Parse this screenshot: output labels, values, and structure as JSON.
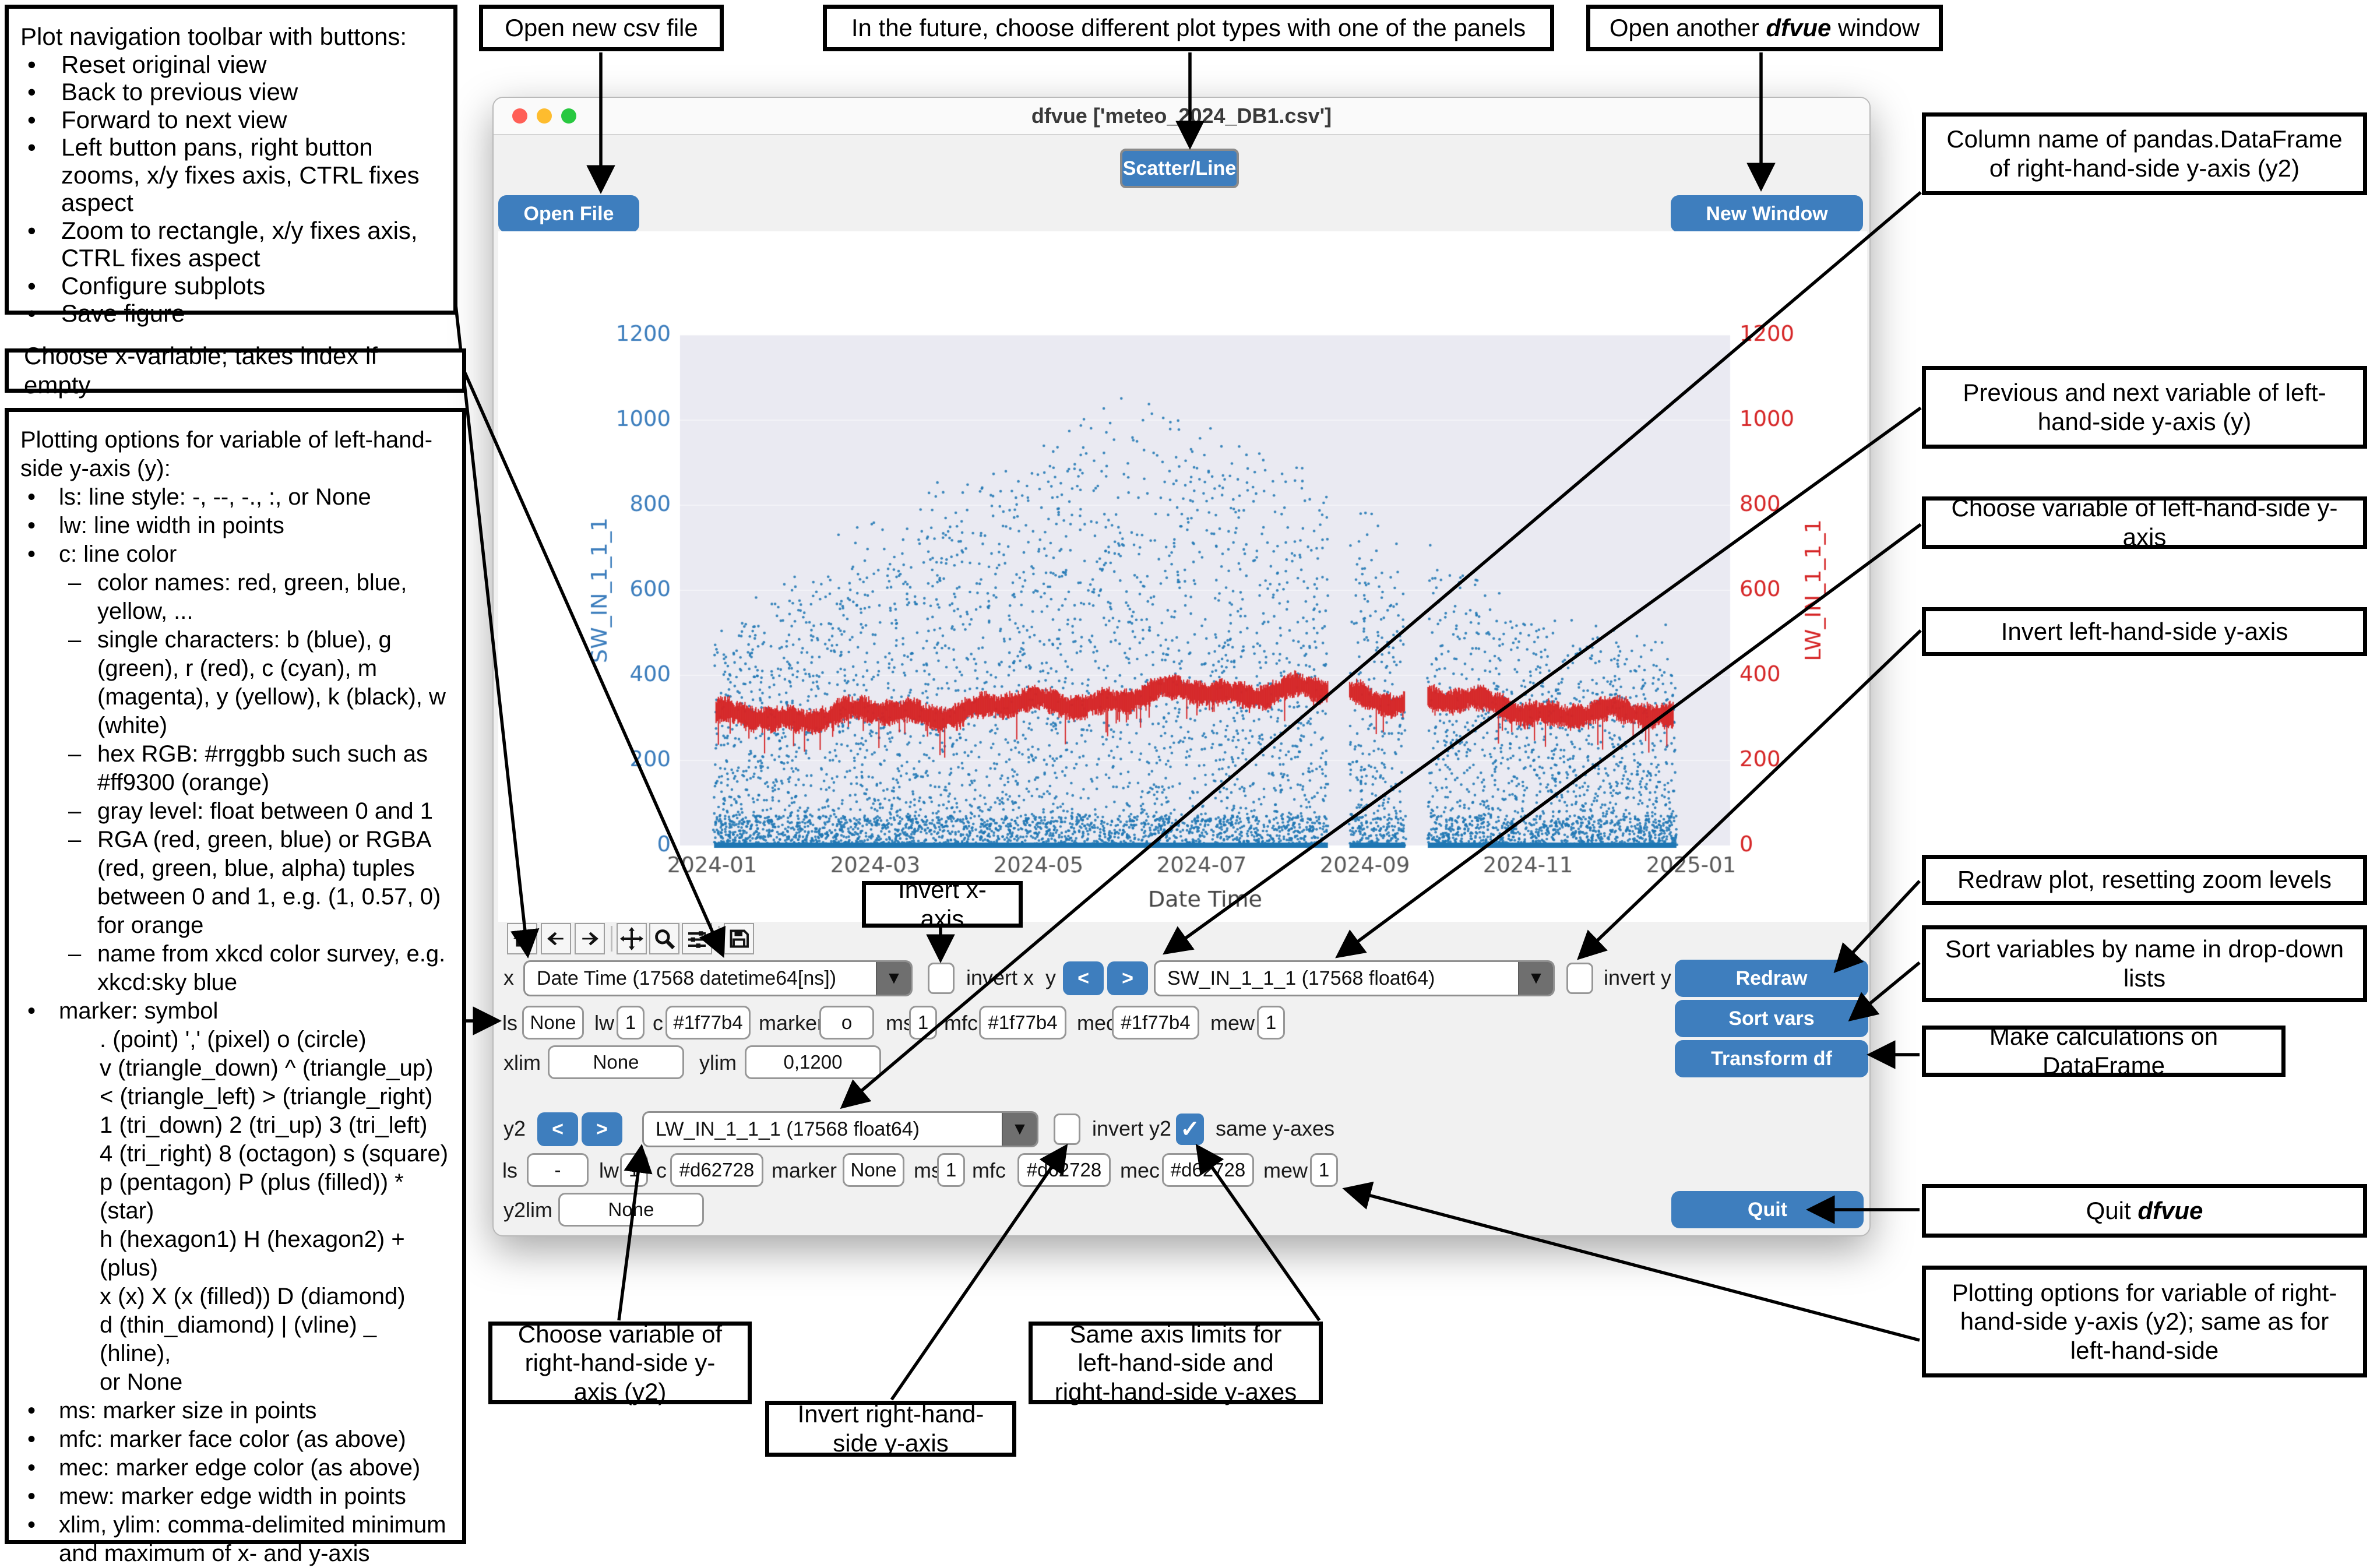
{
  "callouts": {
    "nav_toolbar": {
      "title": "Plot navigation toolbar with buttons:",
      "items": [
        "Reset original view",
        "Back to previous view",
        "Forward to next view",
        "Left button pans, right button zooms, x/y fixes axis, CTRL fixes aspect",
        "Zoom to rectangle, x/y fixes axis, CTRL fixes aspect",
        "Configure subplots",
        "Save figure"
      ]
    },
    "choose_x": "Choose x-variable; takes index if empty",
    "plot_options_left": {
      "title": "Plotting options for variable of left-hand-side y-axis (y):",
      "items": [
        {
          "t": "ls: line style: -, --, -., :, or None"
        },
        {
          "t": "lw: line width in points"
        },
        {
          "t": "c: line color",
          "subs": [
            "color names: red, green, blue, yellow, ...",
            "single characters: b (blue), g (green), r (red), c (cyan), m (magenta), y (yellow), k (black), w (white)",
            "hex RGB: #rrggbb such such as #ff9300 (orange)",
            "gray level: float between 0 and 1",
            "RGA (red, green, blue) or RGBA (red, green, blue, alpha) tuples between 0 and 1, e.g. (1, 0.57, 0) for orange",
            "name from xkcd color survey, e.g. xkcd:sky blue"
          ]
        },
        {
          "t": "marker: symbol",
          "lines": [
            ". (point) ',' (pixel) o (circle)",
            "v (triangle_down) ^ (triangle_up)",
            "< (triangle_left) > (triangle_right)",
            "1 (tri_down) 2 (tri_up) 3 (tri_left)",
            "4 (tri_right) 8 (octagon) s (square)",
            "p (pentagon) P (plus (filled)) * (star)",
            "h (hexagon1) H (hexagon2) + (plus)",
            "x (x) X (x (filled)) D (diamond)",
            "d (thin_diamond) | (vline) _ (hline),",
            "or None"
          ]
        },
        {
          "t": "ms: marker size in points"
        },
        {
          "t": "mfc: marker face color (as above)"
        },
        {
          "t": "mec: marker edge color (as above)"
        },
        {
          "t": "mew: marker edge width in points"
        },
        {
          "t": "xlim, ylim: comma-delimited minimum and maximum of x- and y-axis"
        }
      ]
    },
    "open_csv": "Open new csv file",
    "plot_types": "In the future, choose different plot types with one of the panels",
    "open_window_pre": "Open another ",
    "open_window_em": "dfvue",
    "open_window_post": " window",
    "column_y2": "Column name of pandas.DataFrame of right-hand-side y-axis (y2)",
    "prev_next": "Previous and next variable of left-hand-side y-axis (y)",
    "choose_y": "Choose variable of left-hand-side y-axis",
    "invert_y_box": "Invert left-hand-side y-axis",
    "invert_x_box": "Invert x-axis",
    "redraw_box": "Redraw plot, resetting zoom levels",
    "sort_box": "Sort variables by name in drop-down lists",
    "transform_box": "Make calculations on DataFrame",
    "quit_pre": "Quit ",
    "quit_em": "dfvue",
    "y2_options": "Plotting options for variable of right-hand-side y-axis (y2); same as for left-hand-side",
    "choose_y2": "Choose variable of right-hand-side y-axis (y2)",
    "invert_y2_box": "Invert right-hand-side y-axis",
    "same_axes": "Same axis limits for left-hand-side and right-hand-side y-axes"
  },
  "window": {
    "title": "dfvue ['meteo_2024_DB1.csv']",
    "plot_type_button": "Scatter/Line",
    "open_file_button": "Open File",
    "new_window_button": "New Window"
  },
  "controls": {
    "x_row": {
      "label": "x",
      "value": "Date Time (17568 datetime64[ns])",
      "invert_label": "invert x",
      "y_label": "y",
      "prev": "<",
      "next": ">",
      "y_value": "SW_IN_1_1_1 (17568 float64)",
      "invert_y_label": "invert y"
    },
    "style_row_y": {
      "ls_label": "ls",
      "ls": "None",
      "lw_label": "lw",
      "lw": "1",
      "c_label": "c",
      "c": "#1f77b4",
      "marker_label": "marker",
      "marker": "o",
      "ms_label": "ms",
      "ms": "1",
      "mfc_label": "mfc",
      "mfc": "#1f77b4",
      "mec_label": "mec",
      "mec": "#1f77b4",
      "mew_label": "mew",
      "mew": "1"
    },
    "lim_row_y": {
      "xlim_label": "xlim",
      "xlim": "None",
      "ylim_label": "ylim",
      "ylim": "0,1200"
    },
    "y2_row": {
      "label": "y2",
      "prev": "<",
      "next": ">",
      "value": "LW_IN_1_1_1 (17568 float64)",
      "invert_label": "invert y2",
      "same_label": "same y-axes",
      "same_checked": true,
      "check_glyph": "✓"
    },
    "style_row_y2": {
      "ls_label": "ls",
      "ls": "-",
      "lw_label": "lw",
      "lw": "1",
      "c_label": "c",
      "c": "#d62728",
      "marker_label": "marker",
      "marker": "None",
      "ms_label": "ms",
      "ms": "1",
      "mfc_label": "mfc",
      "mfc": "#d62728",
      "mec_label": "mec",
      "mec": "#d62728",
      "mew_label": "mew",
      "mew": "1"
    },
    "lim_row_y2": {
      "label": "y2lim",
      "value": "None"
    },
    "buttons": {
      "redraw": "Redraw",
      "sort": "Sort vars",
      "transform": "Transform df",
      "quit": "Quit"
    },
    "dropdown_glyph": "▼"
  },
  "colors": {
    "accent_blue": "#3e7ebe",
    "series_blue": "#1f77b4",
    "series_red": "#d62728",
    "plot_bg": "#eaeaf2",
    "traffic": [
      "#ff5f57",
      "#febc2e",
      "#28c840"
    ]
  },
  "chart_data": {
    "type": "scatter",
    "title": "",
    "xlabel": "Date Time",
    "ylabel_left": "SW_IN_1_1_1",
    "ylabel_right": "LW_IN_1_1_1",
    "x_ticks": [
      "2024-01",
      "2024-03",
      "2024-05",
      "2024-07",
      "2024-09",
      "2024-11",
      "2025-01"
    ],
    "y_ticks_left": [
      0,
      200,
      400,
      600,
      800,
      1000,
      1200
    ],
    "y_ticks_right": [
      0,
      200,
      400,
      600,
      800,
      1000,
      1200
    ],
    "ylim": [
      0,
      1200
    ],
    "x_range": [
      "2024-01-01",
      "2024-12-27"
    ],
    "grid": "faint horizontal",
    "legend_position": "none",
    "data_gaps_fraction_of_year": [
      [
        0.629,
        0.651
      ],
      [
        0.708,
        0.731
      ]
    ],
    "series": [
      {
        "name": "SW_IN_1_1_1",
        "axis": "left",
        "style": "scatter",
        "color": "#1f77b4",
        "marker": "o",
        "n_points": 17568,
        "monthly_max_envelope": [
          550,
          650,
          800,
          900,
          1000,
          1100,
          1050,
          950,
          820,
          700,
          560,
          520
        ],
        "note": "dense cluster near 0 (night), envelope peaks mid-year ~1100"
      },
      {
        "name": "LW_IN_1_1_1",
        "axis": "right",
        "style": "line",
        "color": "#d62728",
        "monthly_mean": [
          300,
          305,
          308,
          318,
          332,
          345,
          362,
          366,
          350,
          338,
          320,
          305
        ],
        "band_halfwidth": 40
      }
    ]
  }
}
